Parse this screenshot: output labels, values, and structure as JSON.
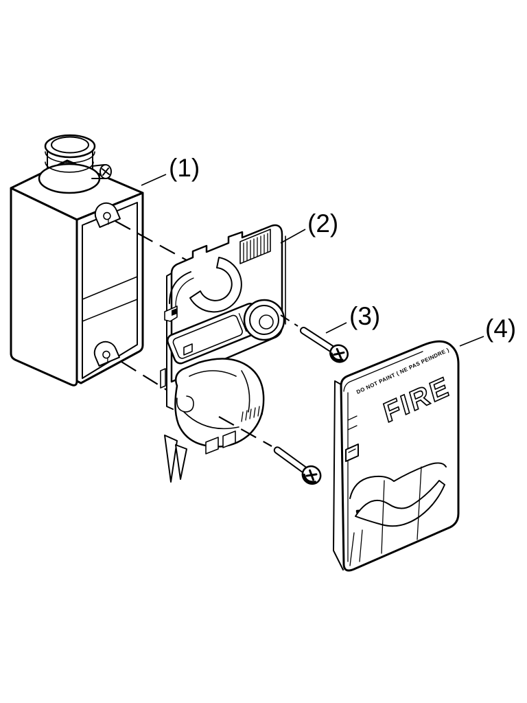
{
  "page": {
    "background_color": "#ffffff",
    "line_color": "#000000"
  },
  "diagram": {
    "callouts": [
      {
        "label": "(1)"
      },
      {
        "label": "(2)"
      },
      {
        "label": "(3)"
      },
      {
        "label": "(4)"
      }
    ],
    "cover_text": {
      "embossed": "FIRE",
      "edge_marking": "DO NOT PAINT ( NE PAS PEINDRE )"
    }
  }
}
